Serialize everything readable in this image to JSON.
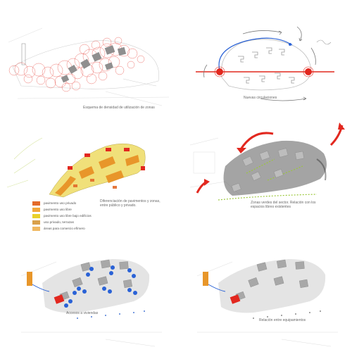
{
  "colors": {
    "red": "#e2281f",
    "blue": "#2a62d6",
    "orange": "#e8962a",
    "yellow": "#e9d12a",
    "grey_building": "#9a9a9a",
    "green": "#9bc73a"
  },
  "panels": [
    {
      "id": "density",
      "caption": "Esquema de densidad de utilización de zonas"
    },
    {
      "id": "circulation",
      "caption": "Nuevas circulaciones"
    },
    {
      "id": "pavements",
      "caption_lines": [
        "Diferenciación de pavimentos y zonas,",
        "entre público y privado."
      ]
    },
    {
      "id": "green",
      "caption_lines": [
        "Zonas verdes del sector. Relación con los",
        "espacios libres existentes"
      ]
    },
    {
      "id": "access",
      "caption": "Accesos a viviendas"
    },
    {
      "id": "facilities",
      "caption": "Relación entre equipamientos"
    }
  ],
  "legend": [
    {
      "label": "pavimento uso privado",
      "color": "#e36a2a"
    },
    {
      "label": "pavimento uso libre",
      "color": "#f2a63a"
    },
    {
      "label": "pavimento uso libre bajo edificios",
      "color": "#e9d12a"
    },
    {
      "label": "uso privado, terrazas",
      "color": "#d9a04a"
    },
    {
      "label": "áreas para comercio efímero",
      "color": "#f0b860"
    }
  ]
}
